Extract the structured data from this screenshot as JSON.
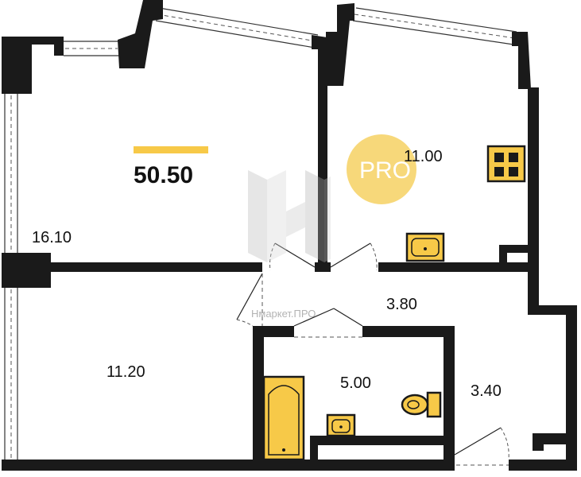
{
  "total_area": "50.50",
  "rooms": [
    {
      "id": "living",
      "area": "16.10"
    },
    {
      "id": "kitchen",
      "area": "11.00"
    },
    {
      "id": "hall",
      "area": "3.80"
    },
    {
      "id": "bedroom",
      "area": "11.20"
    },
    {
      "id": "bathroom",
      "area": "5.00"
    },
    {
      "id": "entry",
      "area": "3.40"
    }
  ],
  "watermark": {
    "text": "Нмаркет.ПРО"
  },
  "badge": {
    "text": "PRO"
  },
  "colors": {
    "wall": "#1a1a1a",
    "accent": "#f7c948",
    "badge": "#f7d87a",
    "fixture": "#f7c948"
  }
}
